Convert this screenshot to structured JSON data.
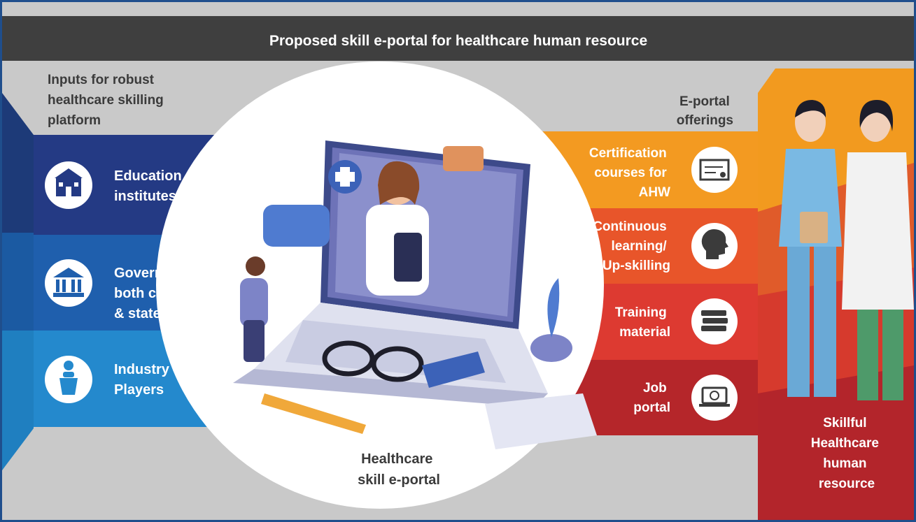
{
  "title": "Proposed skill e-portal for healthcare human resource",
  "inputs": {
    "heading": [
      "Inputs for robust",
      "healthcare skilling",
      "platform"
    ],
    "items": [
      {
        "lines": [
          "Education",
          "institutes"
        ],
        "icon": "school-building-icon",
        "color": "#243a84"
      },
      {
        "lines": [
          "Government",
          "both central",
          "& state"
        ],
        "icon": "government-building-icon",
        "color": "#1f5fad"
      },
      {
        "lines": [
          "Industry",
          "Players"
        ],
        "icon": "speaker-podium-icon",
        "color": "#2489cd"
      }
    ]
  },
  "center": {
    "label": [
      "Healthcare",
      "skill e-portal"
    ]
  },
  "offerings": {
    "heading": [
      "E-portal",
      "offerings"
    ],
    "items": [
      {
        "lines": [
          "Certification",
          "courses for",
          "AHW"
        ],
        "icon": "certificate-icon",
        "color": "#f39a21"
      },
      {
        "lines": [
          "Continuous",
          "learning/",
          "Up-skilling"
        ],
        "icon": "brain-head-icon",
        "color": "#e8552a"
      },
      {
        "lines": [
          "Training",
          "material"
        ],
        "icon": "books-icon",
        "color": "#dd3a31"
      },
      {
        "lines": [
          "Job",
          "portal"
        ],
        "icon": "laptop-globe-icon",
        "color": "#b5262a"
      }
    ]
  },
  "result": {
    "lines": [
      "Skillful",
      "Healthcare",
      "human",
      "resource"
    ]
  }
}
